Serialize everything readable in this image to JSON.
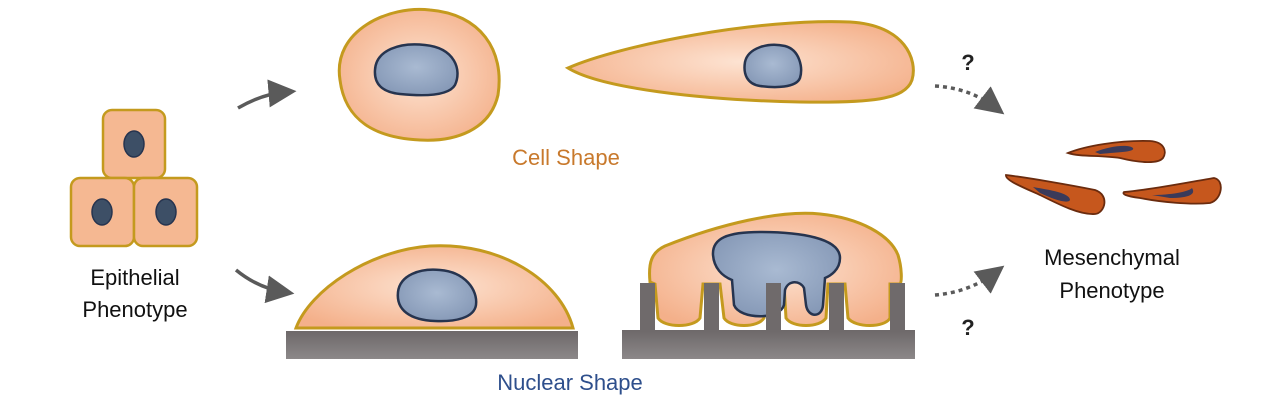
{
  "labels": {
    "epithelial_line1": "Epithelial",
    "epithelial_line2": "Phenotype",
    "cell_shape": "Cell Shape",
    "nuclear_shape": "Nuclear Shape",
    "mesenchymal_line1": "Mesenchymal",
    "mesenchymal_line2": "Phenotype",
    "question_top": "?",
    "question_bottom": "?"
  },
  "colors": {
    "cell_fill": "#f5b892",
    "cell_stroke": "#c49a1e",
    "nucleus_fill": "#98aac4",
    "nucleus_stroke": "#26344f",
    "substrate": "#6f6a6b",
    "mesenchymal_fill": "#c6571d",
    "mesenchymal_stroke": "#6a2b0e",
    "cell_shape_text": "#c8792c",
    "nuclear_shape_text": "#2e4f8c"
  }
}
